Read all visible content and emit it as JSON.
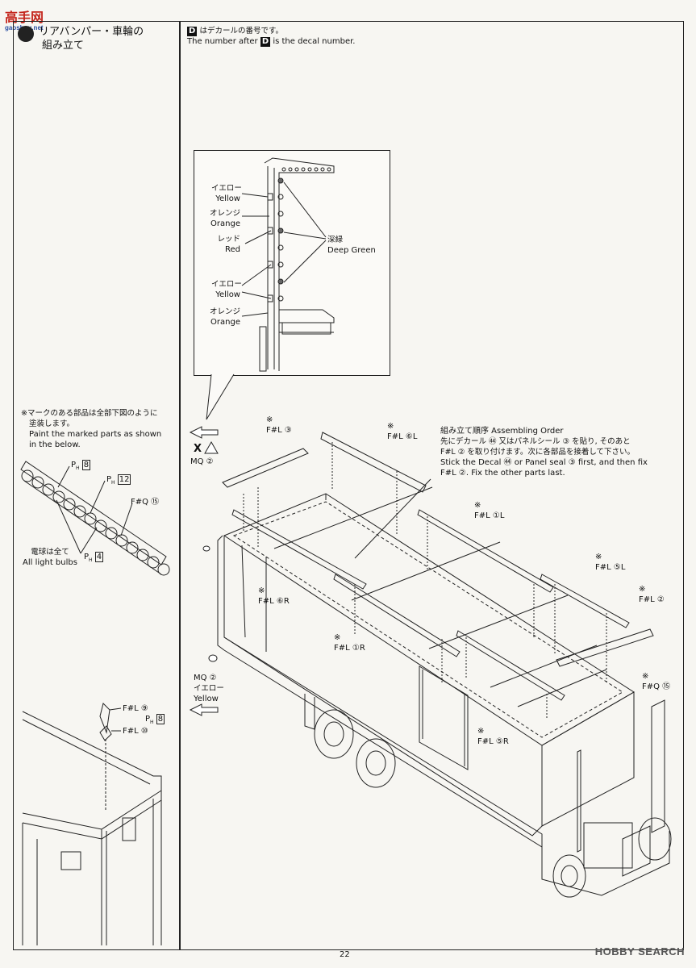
{
  "watermark_tl": {
    "line1": "高手网",
    "line2": "gaoshou.net"
  },
  "step": {
    "title_line1": "リアバンパー・車輪の",
    "title_line2": "組み立て"
  },
  "decal_note": {
    "jp": "はデカールの番号です。",
    "en_prefix": "The number after",
    "en_suffix": "is the decal number.",
    "box_letter": "D"
  },
  "inset_colors": {
    "left_labels": [
      {
        "jp": "イエロー",
        "en": "Yellow"
      },
      {
        "jp": "オレンジ",
        "en": "Orange"
      },
      {
        "jp": "レッド",
        "en": "Red"
      },
      {
        "jp": "イエロー",
        "en": "Yellow"
      },
      {
        "jp": "オレンジ",
        "en": "Orange"
      }
    ],
    "right_label": {
      "jp": "深緑",
      "en": "Deep Green"
    }
  },
  "paint_note": {
    "jp_line1": "※マークのある部品は全部下図のように",
    "jp_line2": "塗装します。",
    "en_line1": "Paint the marked parts as shown",
    "en_line2": "in the below."
  },
  "paint_parts": {
    "ph8": "8",
    "ph12": "12",
    "fq15": "F#Q ⑮",
    "bulbs_jp": "電球は全て",
    "bulbs_en": "All light bulbs",
    "ph4": "4"
  },
  "small_detail": {
    "fl9": "F#L ⑨",
    "fl10": "F#L ⑩",
    "ph8": "8"
  },
  "main_labels": {
    "fl3": "F#L ③",
    "fl6L": "F#L ⑥L",
    "fl1L": "F#L ①L",
    "fl5L": "F#L ⑤L",
    "fl2": "F#L ②",
    "fl6R": "F#L ⑥R",
    "fl1R": "F#L ①R",
    "fl5R": "F#L ⑤R",
    "fq15": "F#Q ⑮",
    "mq2_top": "MQ ②",
    "mq2_bottom": "MQ ②",
    "mq2_bottom_jp": "イエロー",
    "mq2_bottom_en": "Yellow",
    "x_mark": "X"
  },
  "assembly_order": {
    "title": "組み立て順序 Assembling Order",
    "jp_line1": "先にデカール ㊹ 又はパネルシール ③ を貼り, そのあと",
    "jp_line2": "F#L ② を取り付けます。次に各部品を接着して下さい。",
    "en_line1": "Stick the Decal ㊹ or Panel seal ③ first, and then fix",
    "en_line2": "F#L ②. Fix the other parts last."
  },
  "asterisk": "※",
  "page_number": "22",
  "brand_logo": "HOBBY SEARCH",
  "colors": {
    "ink": "#111111",
    "paper": "#f7f6f2",
    "watermark_red": "#c4261d"
  }
}
